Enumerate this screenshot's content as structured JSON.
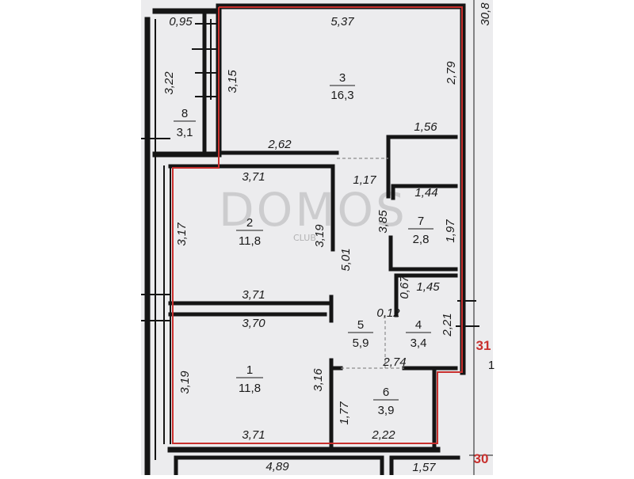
{
  "watermark": {
    "text": "DOMOS",
    "subtext": "CLUB"
  },
  "rooms": [
    {
      "id": "room-3",
      "number": "3",
      "area": "16,3"
    },
    {
      "id": "room-2",
      "number": "2",
      "area": "11,8"
    },
    {
      "id": "room-1",
      "number": "1",
      "area": "11,8"
    },
    {
      "id": "room-8",
      "number": "8",
      "area": "3,1"
    },
    {
      "id": "room-7",
      "number": "7",
      "area": "2,8"
    },
    {
      "id": "room-5",
      "number": "5",
      "area": "5,9"
    },
    {
      "id": "room-4",
      "number": "4",
      "area": "3,4"
    },
    {
      "id": "room-6",
      "number": "6",
      "area": "3,9"
    }
  ],
  "dimensions": {
    "d095": "0,95",
    "d537": "5,37",
    "d322": "3,22",
    "d315": "3,15",
    "d279": "2,79",
    "d262": "2,62",
    "d156": "1,56",
    "d371a": "3,71",
    "d117": "1,17",
    "d144": "1,44",
    "d317": "3,17",
    "d319a": "3,19",
    "d385": "3,85",
    "d197": "1,97",
    "d501": "5,01",
    "d067": "0,67",
    "d145": "1,45",
    "d371b": "3,71",
    "d370": "3,70",
    "d012": "0,12",
    "d221": "2,21",
    "d274": "2,74",
    "d319b": "3,19",
    "d316": "3,16",
    "d177": "1,77",
    "d371c": "3,71",
    "d222": "2,22",
    "d489": "4,89",
    "d157": "1,57"
  },
  "edge_marks": {
    "top_right": "30,8",
    "right_31": "31",
    "right_1": "1",
    "bottom_30": "30"
  },
  "colors": {
    "outline": "#c8302e",
    "walls": "#151515",
    "paper": "#ececee"
  }
}
